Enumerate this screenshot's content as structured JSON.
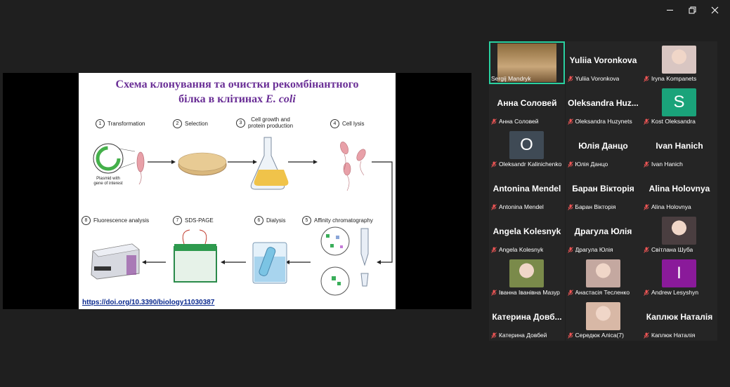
{
  "window": {
    "controls": [
      "minimize-icon",
      "restore-icon",
      "close-icon"
    ]
  },
  "slide": {
    "title_line1": "Схема клонування та очистки рекомбінантного",
    "title_line2": "білка в клітинах",
    "title_italic": "E. coli",
    "steps": [
      {
        "num": "1",
        "label": "Transformation"
      },
      {
        "num": "2",
        "label": "Selection"
      },
      {
        "num": "3",
        "label": "Cell growth and\nprotein production"
      },
      {
        "num": "4",
        "label": "Cell lysis"
      },
      {
        "num": "5",
        "label": "Affinity chromatography"
      },
      {
        "num": "6",
        "label": "Dialysis"
      },
      {
        "num": "7",
        "label": "SDS-PAGE"
      },
      {
        "num": "8",
        "label": "Fluorescence analysis"
      }
    ],
    "plasmid_caption": "Plasmid with\ngene of interest",
    "doi": "https://doi.org/10.3390/biology11030387"
  },
  "participants": [
    {
      "label": "Sergij Mandryk",
      "bigname": "",
      "avatar": "video",
      "muted": false,
      "active": true
    },
    {
      "label": "Yuliia Voronkova",
      "bigname": "Yuliia Voronkova",
      "avatar": "",
      "muted": true
    },
    {
      "label": "Iryna Kompanets",
      "bigname": "",
      "avatar": "photo",
      "color": "#d9c6c2",
      "muted": true
    },
    {
      "label": "Анна Соловей",
      "bigname": "Анна Соловей",
      "avatar": "",
      "muted": true
    },
    {
      "label": "Oleksandra Huzynets",
      "bigname": "Oleksandra  Huz...",
      "avatar": "",
      "muted": true
    },
    {
      "label": "Kost Oleksandra",
      "bigname": "",
      "avatar": "letter",
      "letter": "S",
      "color": "#1aa37a",
      "muted": true
    },
    {
      "label": "Oleksandr Kalinichenko",
      "bigname": "",
      "avatar": "letter",
      "letter": "O",
      "color": "#3f4a55",
      "muted": true
    },
    {
      "label": "Юлія Данцо",
      "bigname": "Юлія Данцо",
      "avatar": "",
      "muted": true
    },
    {
      "label": "Ivan Hanich",
      "bigname": "Ivan Hanich",
      "avatar": "",
      "muted": true
    },
    {
      "label": "Antonina Mendel",
      "bigname": "Antonina Mendel",
      "avatar": "",
      "muted": true
    },
    {
      "label": "Баран Вікторія",
      "bigname": "Баран Вікторія",
      "avatar": "",
      "muted": true
    },
    {
      "label": "Alina Holovnya",
      "bigname": "Alina Holovnya",
      "avatar": "",
      "muted": true
    },
    {
      "label": "Angela Kolesnyk",
      "bigname": "Angela Kolesnyk",
      "avatar": "",
      "muted": true
    },
    {
      "label": "Драгула Юлія",
      "bigname": "Драгула Юлія",
      "avatar": "",
      "muted": true
    },
    {
      "label": "Світлана Шуба",
      "bigname": "",
      "avatar": "photo",
      "color": "#4a3e40",
      "muted": true
    },
    {
      "label": "Іванна Іванівна Мазур",
      "bigname": "",
      "avatar": "photo",
      "color": "#7a8a4a",
      "muted": true
    },
    {
      "label": "Анастасія Тесленко",
      "bigname": "",
      "avatar": "photo",
      "color": "#c4a8a0",
      "muted": true
    },
    {
      "label": "Andrew Lesyshyn",
      "bigname": "",
      "avatar": "letter",
      "letter": "I",
      "color": "#8a1a9a",
      "muted": true
    },
    {
      "label": "Катерина Довбей",
      "bigname": "Катерина  Довб...",
      "avatar": "",
      "muted": true
    },
    {
      "label": "Середюк Аліса(7)",
      "bigname": "",
      "avatar": "photo",
      "color": "#d8b8a6",
      "muted": true
    },
    {
      "label": "Каплюк Наталія",
      "bigname": "Каплюк Наталія",
      "avatar": "",
      "muted": true
    }
  ]
}
